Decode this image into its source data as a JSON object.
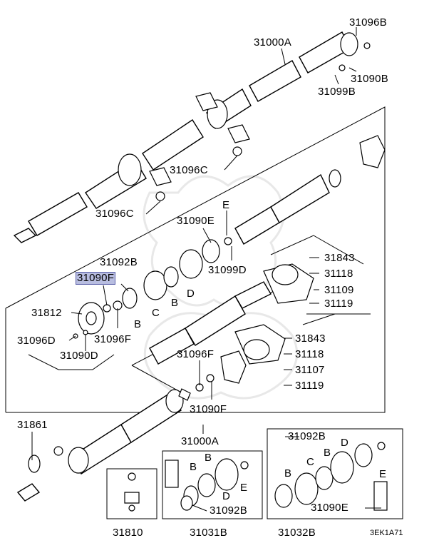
{
  "labels": {
    "p31096B": "31096B",
    "p31000A_top": "31000A",
    "p31090B": "31090B",
    "p31099B": "31099B",
    "p31096C_a": "31096C",
    "p31096C_b": "31096C",
    "p31090E_mid": "31090E",
    "letterE_mid": "E",
    "p31092B_mid": "31092B",
    "p31099D": "31099D",
    "p31843_a": "31843",
    "p31118_a": "31118",
    "p31109": "31109",
    "p31119_a": "31119",
    "p31090F_hl": "31090F",
    "p31812": "31812",
    "letterB_1": "B",
    "letterC_1": "C",
    "letterB_2": "B",
    "letterD_1": "D",
    "p31096D": "31096D",
    "p31096F_a": "31096F",
    "p31090D": "31090D",
    "p31843_b": "31843",
    "p31118_b": "31118",
    "p31096F_b": "31096F",
    "p31107": "31107",
    "p31119_b": "31119",
    "p31090F_b": "31090F",
    "p31861": "31861",
    "p31000A_bottom": "31000A",
    "p31092B_b1": "31092B",
    "letterB_3": "B",
    "letterB_4": "B",
    "letterD_2": "D",
    "letterE_2": "E",
    "p31092B_b2": "31092B",
    "letterC_2": "C",
    "letterB_5": "B",
    "letterD_3": "D",
    "letterB_6": "B",
    "letterE_3": "E",
    "p31090E_b": "31090E",
    "p31810": "31810",
    "p31031B": "31031B",
    "p31032B": "31032B",
    "code": "3EK1A71"
  },
  "highlight_color": "#b8bde0"
}
